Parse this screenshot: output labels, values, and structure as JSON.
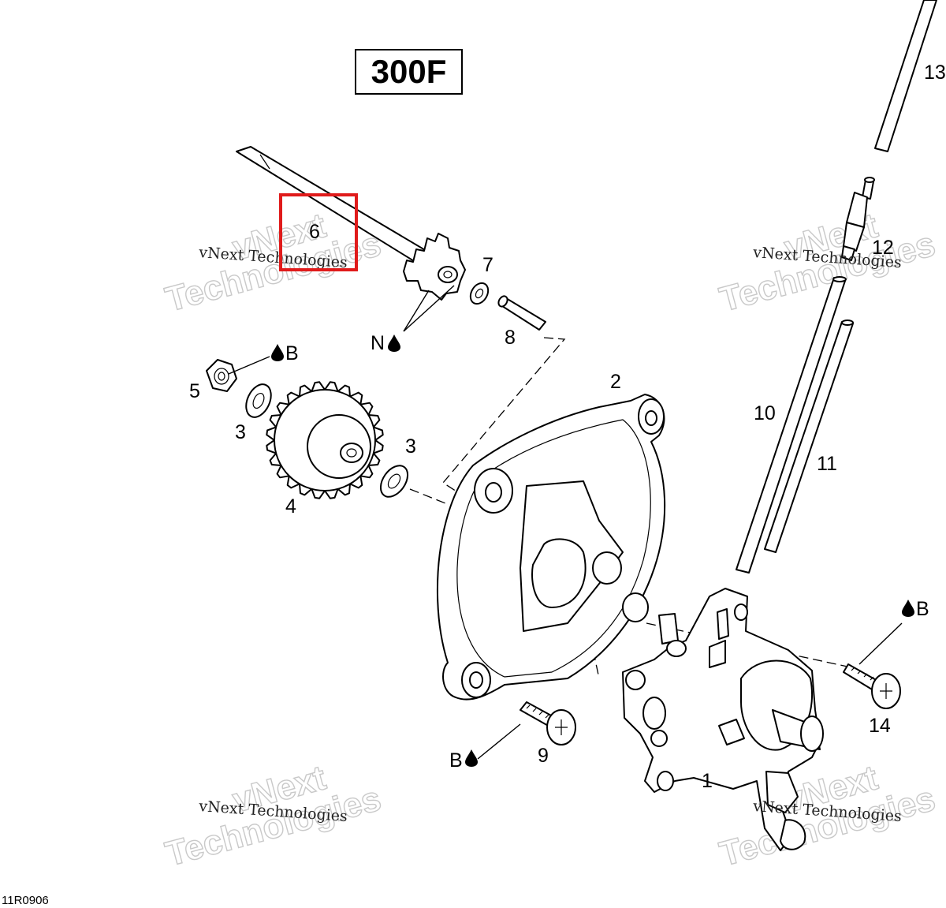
{
  "diagram": {
    "title": "300F",
    "reference_code": "11R0906",
    "callouts": {
      "c1": "1",
      "c2": "2",
      "c3a": "3",
      "c3b": "3",
      "c4": "4",
      "c5": "5",
      "c6": "6",
      "c7": "7",
      "c8": "8",
      "c9": "9",
      "c10": "10",
      "c11": "11",
      "c12": "12",
      "c13": "13",
      "c14": "14"
    },
    "lubricant_labels": {
      "n_label": "N",
      "b_top_left": "B",
      "b_right": "B",
      "b_bottom": "B"
    },
    "highlight": {
      "color": "#e01b1b",
      "target_callout": "6"
    },
    "watermark": {
      "line1": "vNext",
      "line2": "Technologies",
      "small": "vNext Technologies"
    }
  }
}
